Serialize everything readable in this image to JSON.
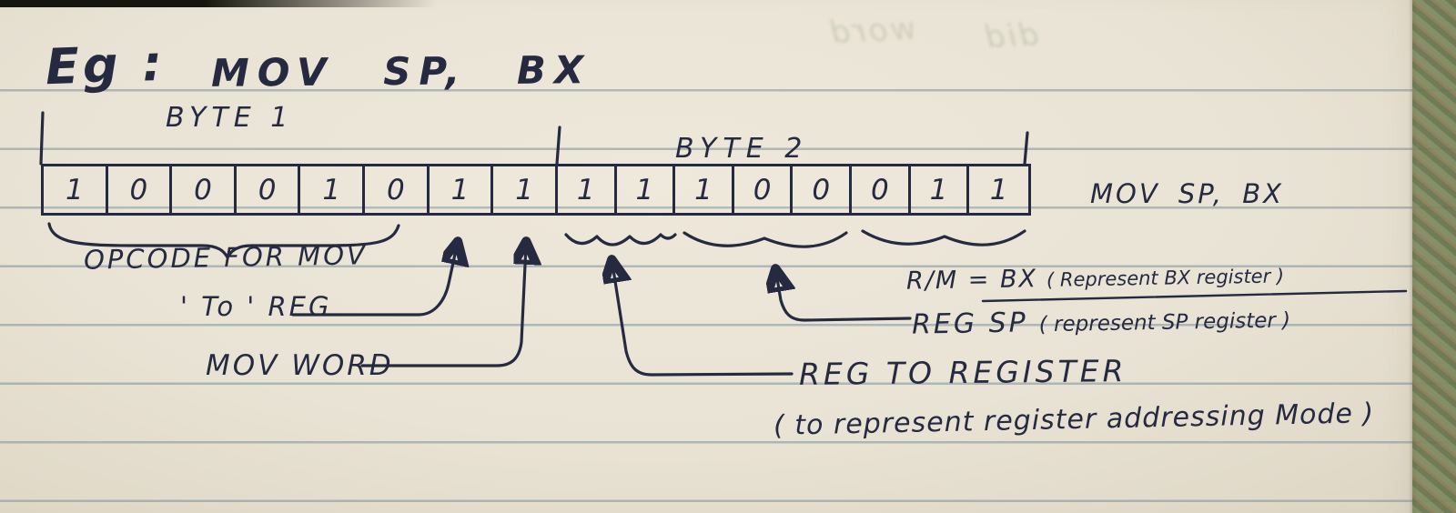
{
  "header": {
    "eg_label": "Eg :",
    "instruction": "MOV SP, BX"
  },
  "byte_labels": {
    "byte1": "BYTE 1",
    "byte2": "BYTE 2"
  },
  "bits": [
    "1",
    "0",
    "0",
    "0",
    "1",
    "0",
    "1",
    "1",
    "1",
    "1",
    "1",
    "0",
    "0",
    "0",
    "1",
    "1"
  ],
  "row_caption": "MOV SP, BX",
  "annotations": {
    "opcode": "OPCODE FOR MOV",
    "to_reg": "' To ' REG",
    "mov_word": "MOV WORD",
    "reg_to_register": "REG TO REGISTER",
    "addressing_note": "( to represent register addressing Mode )",
    "reg_sp": "REG SP",
    "reg_sp_note": "( represent SP register )",
    "rm_bx": "R/M = BX",
    "rm_bx_note": "( Represent BX register )"
  },
  "ghost_text": {
    "a": "word",
    "b": "did"
  },
  "colors": {
    "ink": "#252a40",
    "paper": "#e9e3d5",
    "rule_line": "#7d919b",
    "fabric_green": "#76845a"
  }
}
